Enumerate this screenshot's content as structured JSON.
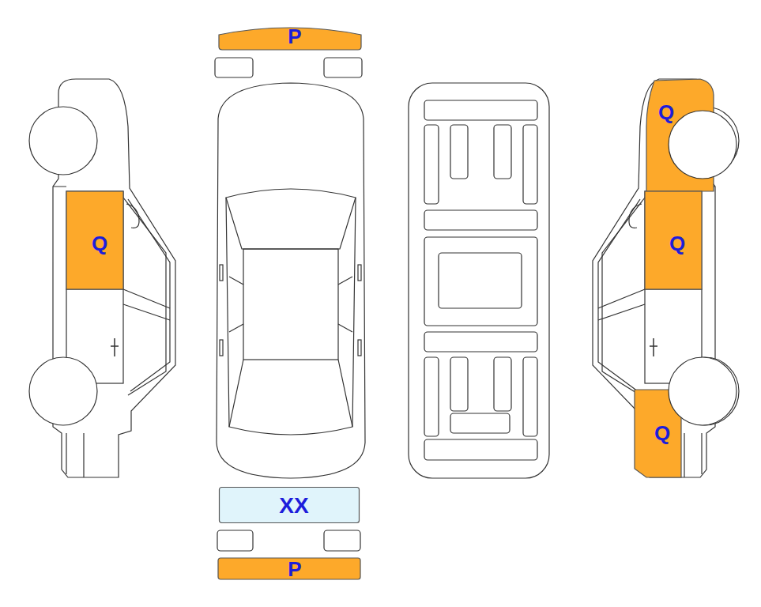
{
  "diagram": {
    "nodes": [
      {
        "text": [
          "P"
        ]
      },
      {
        "text": [
          "Q"
        ]
      },
      {
        "text": [
          "Q"
        ]
      },
      {
        "text": [
          "Q"
        ]
      },
      {
        "text": [
          "Q"
        ]
      },
      {
        "text": [
          "XX"
        ]
      },
      {
        "text": [
          "P"
        ]
      }
    ]
  }
}
